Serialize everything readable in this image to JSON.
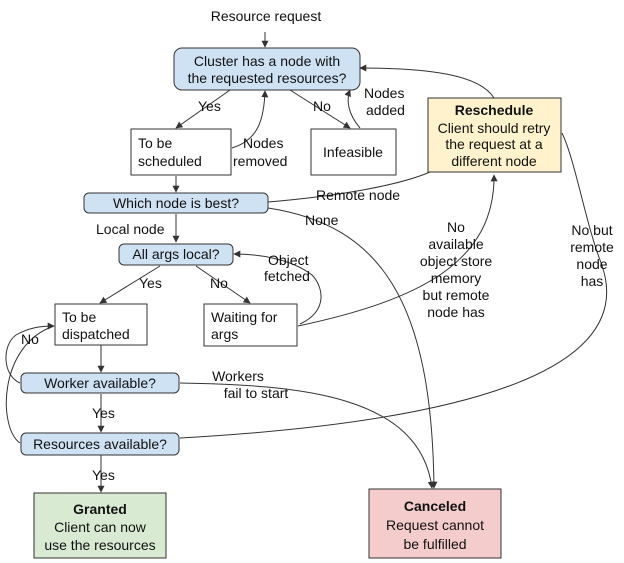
{
  "nodes": {
    "start": "Resource request",
    "cluster": [
      "Cluster has a node with",
      "the requested resources?"
    ],
    "to_be_scheduled": [
      "To be",
      "scheduled"
    ],
    "infeasible": "Infeasible",
    "reschedule": [
      "Reschedule",
      "Client should retry",
      "the request at a",
      "different node"
    ],
    "which_node": "Which node is best?",
    "all_args_local": "All args local?",
    "to_be_dispatched": [
      "To be",
      "dispatched"
    ],
    "waiting_for_args": [
      "Waiting for",
      "args"
    ],
    "worker_available": "Worker available?",
    "resources_available": "Resources available?",
    "granted": [
      "Granted",
      "Client can now",
      "use the resources"
    ],
    "canceled": [
      "Canceled",
      "Request cannot",
      "be fulfilled"
    ]
  },
  "edge_labels": {
    "yes_1": "Yes",
    "no_1": "No",
    "nodes_removed": [
      "Nodes",
      "removed"
    ],
    "nodes_added": [
      "Nodes",
      "added"
    ],
    "remote_node": "Remote node",
    "none": "None",
    "local_node": "Local node",
    "yes_2": "Yes",
    "no_2": "No",
    "object_fetched": [
      "Object",
      "fetched"
    ],
    "no_object_store": [
      "No",
      "available",
      "object store",
      "memory",
      "but remote",
      "node has"
    ],
    "no_but_remote": [
      "No but",
      "remote",
      "node",
      "has"
    ],
    "no_3": "No",
    "workers_fail": [
      "Workers",
      "fail to start"
    ],
    "yes_3": "Yes",
    "yes_4": "Yes"
  },
  "colors": {
    "decision": "#cfe2f3",
    "reschedule": "#fff2cc",
    "granted": "#d9ead3",
    "canceled": "#f4cccc"
  }
}
